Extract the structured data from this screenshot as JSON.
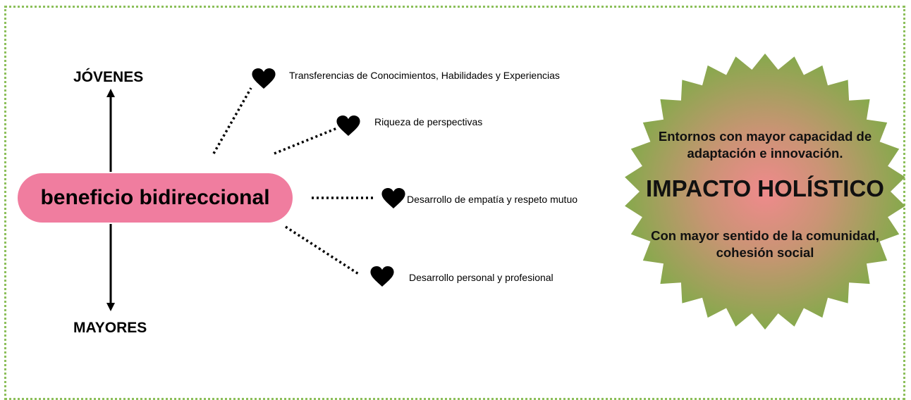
{
  "diagram": {
    "top_label": "JÓVENES",
    "bottom_label": "MAYORES",
    "center_label": "beneficio bidireccional",
    "benefits": [
      "Transferencias de Conocimientos, Habilidades y Experiencias",
      "Riqueza de perspectivas",
      "Desarrollo de empatía y respeto mutuo",
      "Desarrollo personal y profesional"
    ],
    "badge": {
      "top_text": "Entornos con mayor capacidad de adaptación e innovación.",
      "title": "IMPACTO HOLÍSTICO",
      "bottom_text": "Con mayor sentido de la comunidad, cohesión social"
    },
    "colors": {
      "pill": "#f07d9f",
      "badge_center": "#ef8a8c",
      "badge_edge": "#86a94c",
      "frame_border": "#8cbf5a"
    },
    "icons": [
      "heart-icon",
      "arrow-up-icon",
      "arrow-down-icon",
      "starburst-badge"
    ]
  }
}
